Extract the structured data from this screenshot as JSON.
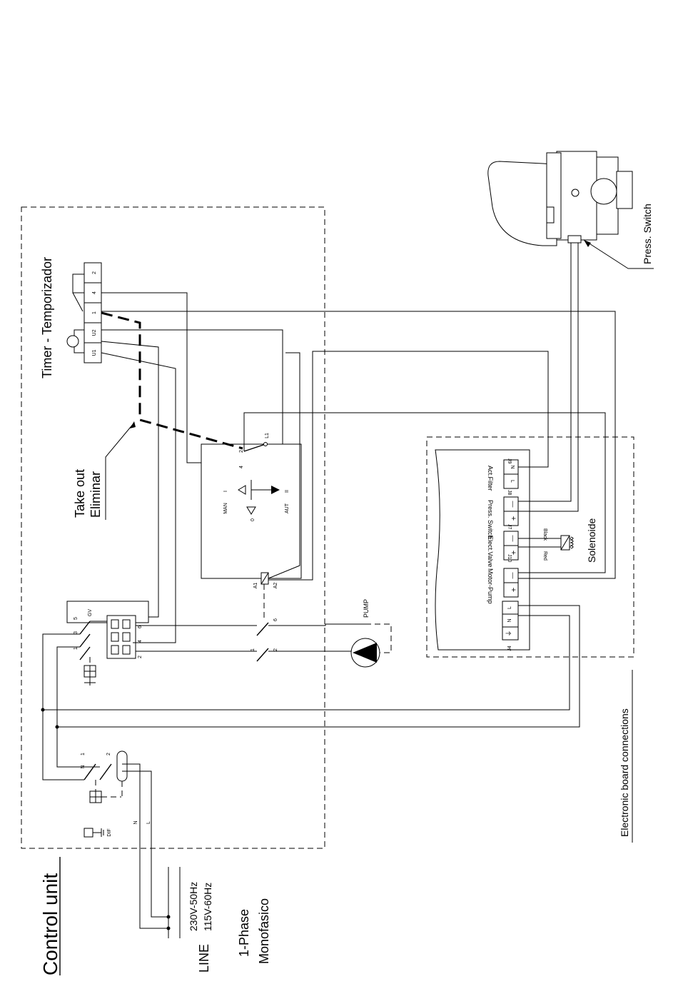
{
  "title": "Control unit",
  "line": {
    "label": "LINE",
    "voltage_1": "230V-50Hz",
    "voltage_2": "115V-60Hz",
    "phase_en": "1-Phase",
    "phase_es": "Monofasico",
    "terminal_n": "N",
    "terminal_l": "L"
  },
  "timer": {
    "title": "Timer  -  Temporizador",
    "terminals": [
      "2",
      "4",
      "1",
      "U2",
      "U1"
    ]
  },
  "take_out": {
    "line1": "Take out",
    "line2": "Eliminar"
  },
  "selector": {
    "man": "MAN",
    "aut": "AUT",
    "pos_i": "I",
    "pos_0": "0",
    "pos_ii": "II",
    "t_l1": "L1",
    "t_2": "2",
    "t_4": "4"
  },
  "contactor": {
    "a1": "A1",
    "a2": "A2",
    "t1": "1",
    "t2": "2",
    "t6": "6"
  },
  "motor_protector": {
    "label": "GV",
    "terminals": [
      "5",
      "3",
      "1",
      "6",
      "4",
      "2"
    ]
  },
  "main_switch": {
    "n": "N",
    "t1": "1",
    "t2": "2",
    "dif": "DIF"
  },
  "pump": {
    "label": "PUMP"
  },
  "press_switch": {
    "label": "Press. Switch"
  },
  "board": {
    "caption": "Electronic board connections",
    "connectors": [
      {
        "id": "J9",
        "name": "Act.Filter",
        "pins": [
          "N",
          "L"
        ]
      },
      {
        "id": "J8",
        "name": "Press. Switch",
        "pins": [
          "—",
          "+"
        ]
      },
      {
        "id": "J7",
        "name": "Elect.Valve",
        "pins": [
          "—",
          "+"
        ]
      },
      {
        "id": "J10",
        "name": "Motor-Pump",
        "pins": [
          "—",
          "+"
        ]
      },
      {
        "id": "J4",
        "name": "",
        "pins": [
          "L",
          "N",
          "⏚"
        ]
      }
    ],
    "solenoid": "Solenoide",
    "wire_black": "Black",
    "wire_red": "Red"
  }
}
